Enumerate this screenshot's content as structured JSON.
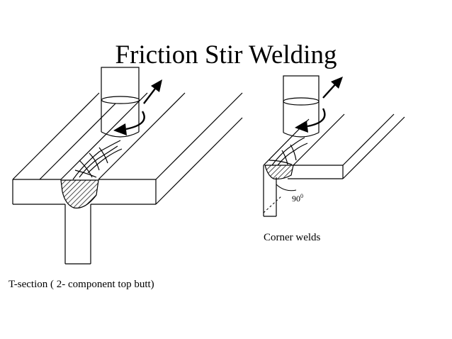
{
  "title": "Friction Stir Welding",
  "labels": {
    "t_section": "T-section ( 2- component top butt)",
    "corner": "Corner welds",
    "angle_value": "90",
    "angle_sup": "0"
  },
  "colors": {
    "line": "#000000",
    "background": "#ffffff"
  }
}
